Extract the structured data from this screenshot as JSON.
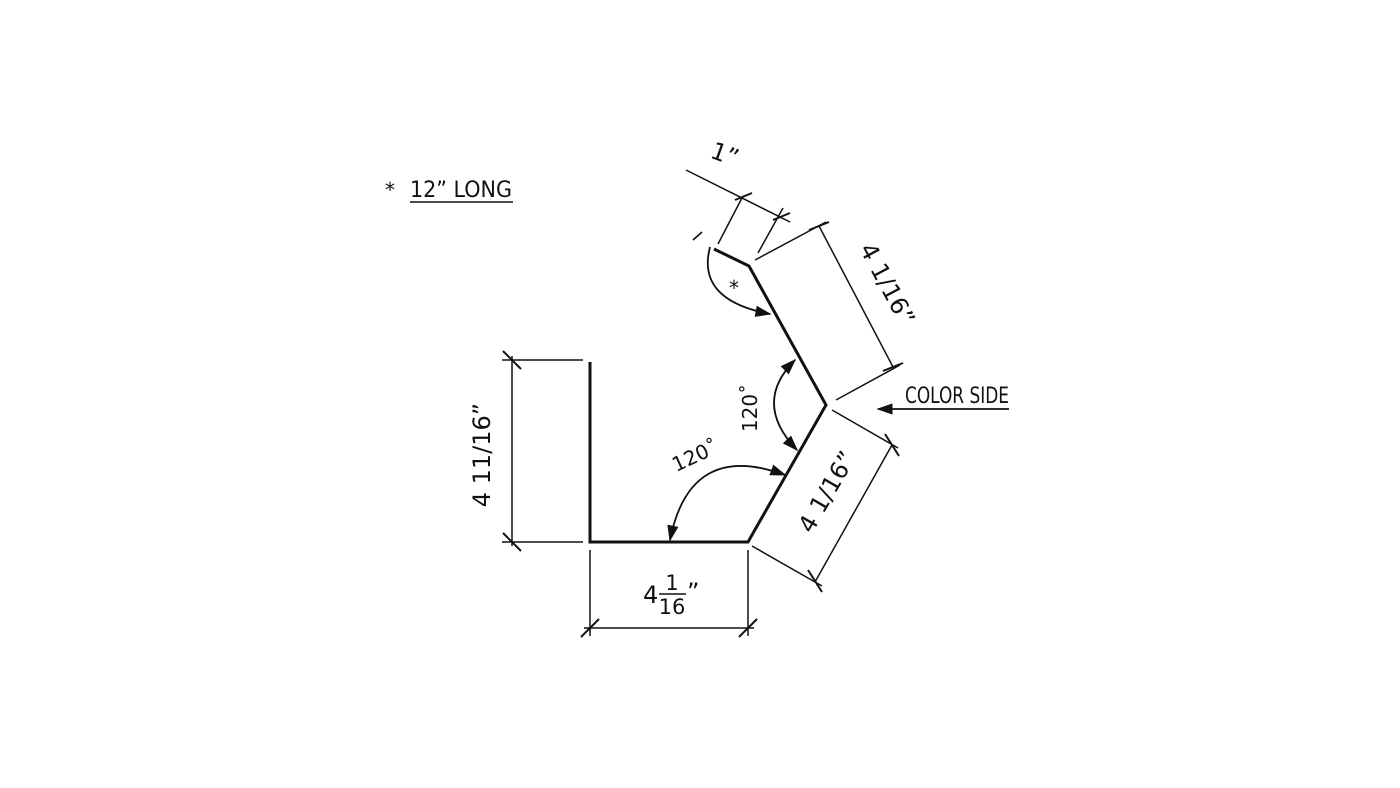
{
  "drawing": {
    "note_mark": "*",
    "note": "12” LONG",
    "hem_mark": "*",
    "color_side": "COLOR SIDE",
    "dims": {
      "left_height": "4 11/16”",
      "bottom_whole": "4",
      "bottom_num": "1",
      "bottom_den": "16",
      "bottom_inch": "”",
      "right_lower": "4 1/16”",
      "right_upper": "4 1/16”",
      "hem": "1”"
    },
    "angles": {
      "bottom": "120˚",
      "middle": "120˚"
    }
  },
  "colors": {
    "ink": "#111111",
    "background": "#ffffff"
  }
}
